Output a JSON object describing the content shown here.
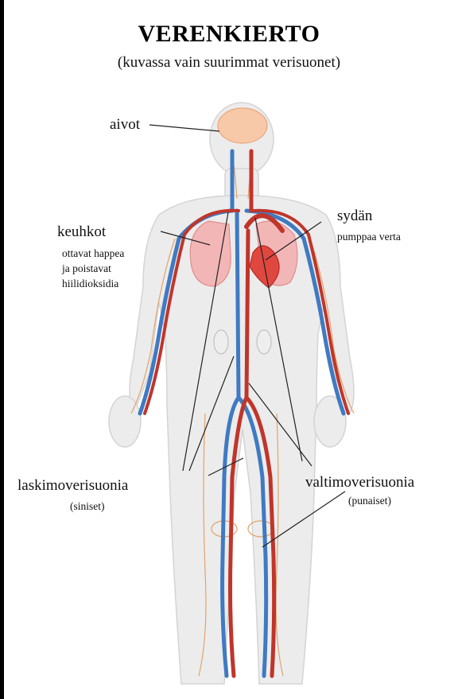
{
  "title": "VERENKIERTO",
  "subtitle": "(kuvassa vain suurimmat verisuonet)",
  "labels": {
    "brain": "aivot",
    "lungs": "keuhkot",
    "lungs_desc": [
      "ottavat happea",
      "ja poistavat",
      "hiilidioksidia"
    ],
    "heart": "sydän",
    "heart_desc": "pumppaa verta",
    "veins": "laskimoverisuonia",
    "veins_note": "(siniset)",
    "arteries": "valtimoverisuonia",
    "arteries_note": "(punaiset)"
  },
  "colors": {
    "artery": "#c0352b",
    "vein": "#3f7ac2",
    "body_fill": "#ececec",
    "lung_fill": "#f3b6b6",
    "heart_fill": "#e0473f",
    "brain_fill": "#f7c9a8",
    "small_vessel": "#e2a36a"
  }
}
